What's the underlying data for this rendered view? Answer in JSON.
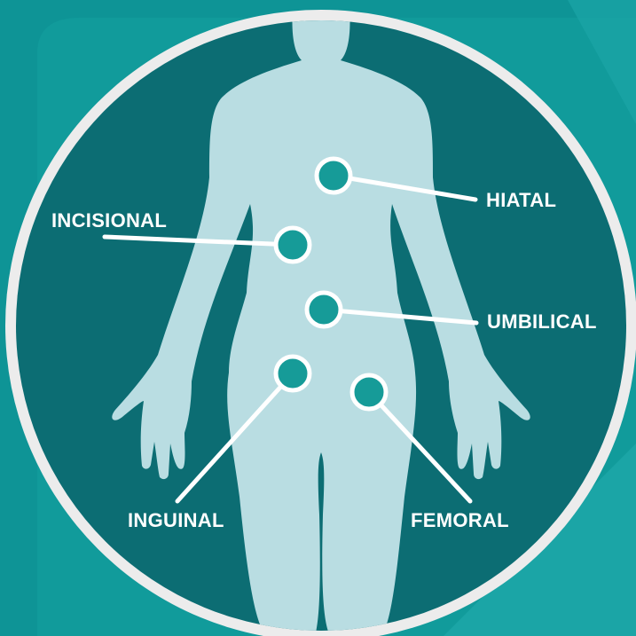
{
  "colors": {
    "background": "#0e9496",
    "background_stripe": "#1ba5a6",
    "circle_fill": "#0c6d73",
    "circle_ring": "#ececec",
    "silhouette": "#b9dde2",
    "marker_fill": "#169b98",
    "marker_ring": "#ffffff",
    "leader_line": "#ffffff",
    "label_text": "#ffffff"
  },
  "hernia_sites": [
    {
      "id": "hiatal",
      "label": "HIATAL"
    },
    {
      "id": "incisional",
      "label": "INCISIONAL"
    },
    {
      "id": "umbilical",
      "label": "UMBILICAL"
    },
    {
      "id": "inguinal",
      "label": "INGUINAL"
    },
    {
      "id": "femoral",
      "label": "FEMORAL"
    }
  ]
}
